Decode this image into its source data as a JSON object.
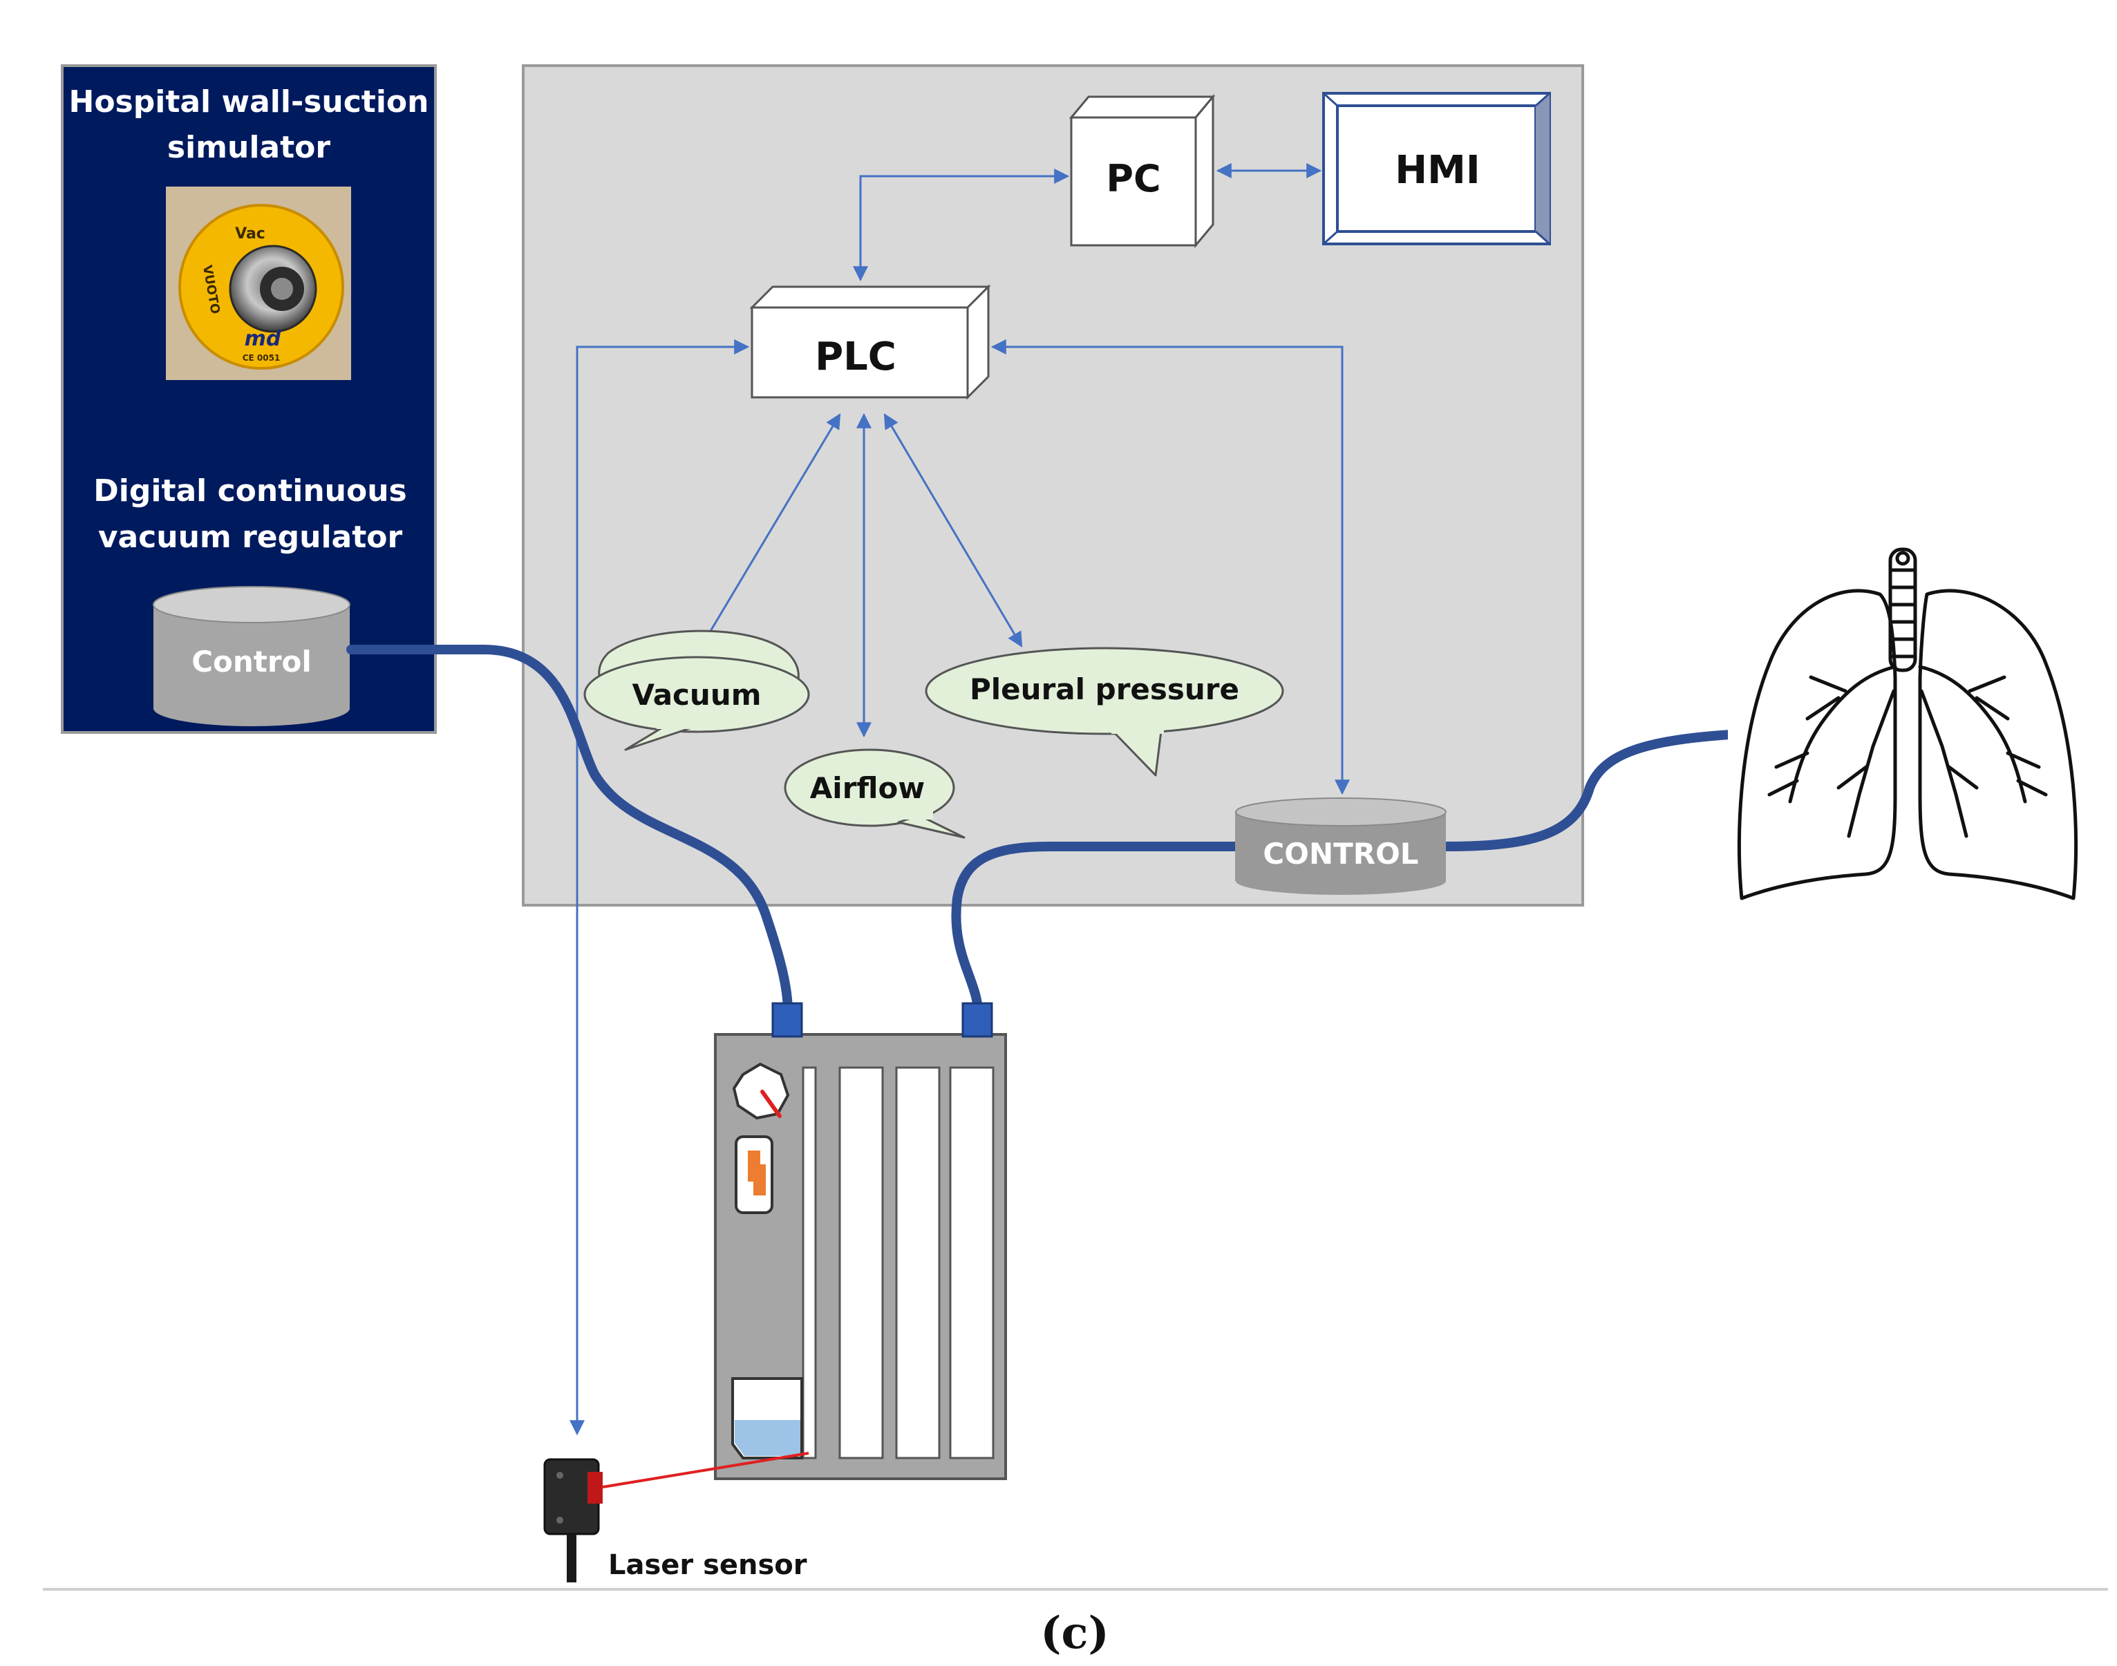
{
  "simulator": {
    "title_line1": "Hospital wall-suction",
    "title_line2": "simulator",
    "photo": {
      "label_vac": "Vac",
      "label_vuoto": "VUOTO",
      "label_brand": "md",
      "label_ce": "CE 0051"
    },
    "regulator_line1": "Digital continuous",
    "regulator_line2": "vacuum regulator",
    "control_label": "Control"
  },
  "system": {
    "pc_label": "PC",
    "hmi_label": "HMI",
    "plc_label": "PLC",
    "control_label": "CONTROL",
    "bubbles": {
      "vacuum": "Vacuum",
      "airflow": "Airflow",
      "pleural": "Pleural pressure"
    }
  },
  "sensor": {
    "label": "Laser sensor"
  },
  "caption": "(c)",
  "colors": {
    "panel_navy": "#001a5e",
    "panel_gray": "#d9d9d9",
    "tube_blue": "#2f4f94",
    "arrow_blue": "#4472c4",
    "bubble_fill": "#e2f0d9",
    "cylinder_gray": "#999999",
    "laser_red": "#e02020",
    "gauge_orange": "#ed7d31",
    "fluid_blue": "#9dc3e6",
    "photo_yellow": "#f5b800"
  },
  "icons": [
    "wall-suction-outlet-photo",
    "lungs-icon",
    "laser-sensor-icon",
    "pressure-gauge-icon",
    "drainage-unit-icon"
  ]
}
